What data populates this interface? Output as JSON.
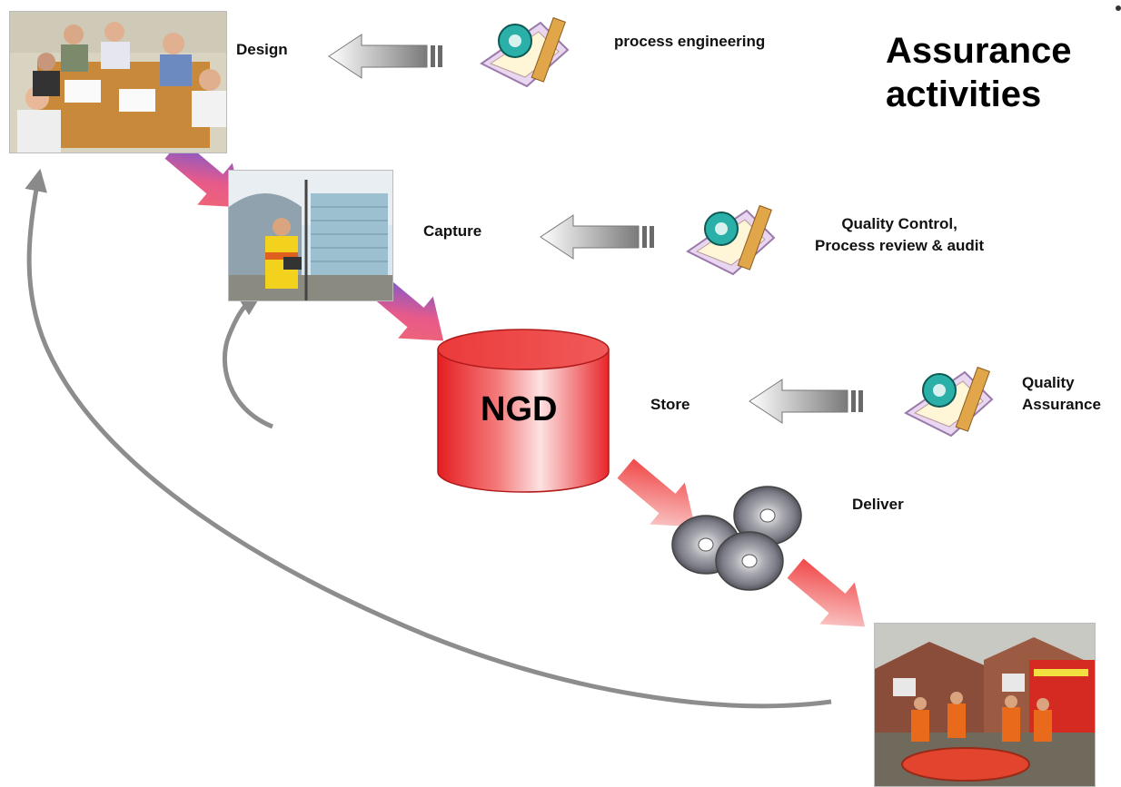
{
  "title": {
    "line1": "Assurance",
    "line2": "activities"
  },
  "stages": {
    "design": "Design",
    "capture": "Capture",
    "store": "Store",
    "deliver": "Deliver"
  },
  "database": {
    "label": "NGD"
  },
  "activities": {
    "design": "process engineering",
    "capture_line1": "Quality Control,",
    "capture_line2": "Process review & audit",
    "store_line1": "Quality",
    "store_line2": "Assurance"
  },
  "icons": {
    "meeting_photo": "meeting-photo-icon",
    "surveyor_photo": "surveyor-photo-icon",
    "rescue_photo": "flood-rescue-photo-icon",
    "tape_measure": "tape-measure-clipart-icon",
    "disc": "cd-disc-icon"
  },
  "colors": {
    "flow_arrow_blue": "#5a64e6",
    "flow_arrow_red": "#ee3a3a",
    "cylinder_red": "#e8262a",
    "return_arrow": "#8a8a8a"
  }
}
